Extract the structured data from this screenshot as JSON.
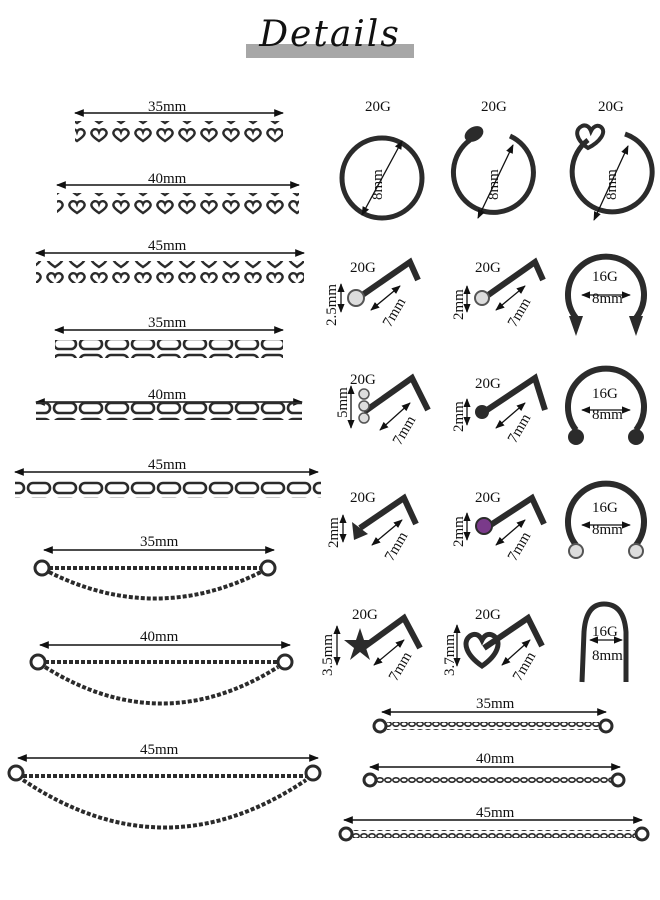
{
  "header": {
    "title": "Details"
  },
  "left_items": [
    {
      "size": "35mm"
    },
    {
      "size": "40mm"
    },
    {
      "size": "45mm"
    },
    {
      "size": "35mm"
    },
    {
      "size": "40mm"
    },
    {
      "size": "45mm"
    },
    {
      "size": "35mm"
    },
    {
      "size": "40mm"
    },
    {
      "size": "45mm"
    }
  ],
  "hoops": [
    {
      "gauge": "20G",
      "diameter": "8mm"
    },
    {
      "gauge": "20G",
      "diameter": "8mm"
    },
    {
      "gauge": "20G",
      "diameter": "8mm"
    }
  ],
  "studs": [
    {
      "gauge": "20G",
      "head": "2.5mm",
      "length": "7mm"
    },
    {
      "gauge": "20G",
      "head": "2mm",
      "length": "7mm"
    },
    {
      "gauge": "20G",
      "head": "5mm",
      "length": "7mm"
    },
    {
      "gauge": "20G",
      "head": "2mm",
      "length": "7mm"
    },
    {
      "gauge": "20G",
      "head": "2mm",
      "length": "7mm"
    },
    {
      "gauge": "20G",
      "head": "2mm",
      "length": "7mm"
    },
    {
      "gauge": "20G",
      "head": "3.5mm",
      "length": "7mm"
    },
    {
      "gauge": "20G",
      "head": "3.7mm",
      "length": "7mm"
    }
  ],
  "horseshoes": [
    {
      "gauge": "16G",
      "diameter": "8mm"
    },
    {
      "gauge": "16G",
      "diameter": "8mm"
    },
    {
      "gauge": "16G",
      "diameter": "8mm"
    },
    {
      "gauge": "16G",
      "diameter": "8mm"
    }
  ],
  "right_chains": [
    {
      "size": "35mm"
    },
    {
      "size": "40mm"
    },
    {
      "size": "45mm"
    }
  ],
  "colors": {
    "metal": "#2b2b2b",
    "ink": "#111111",
    "band": "#a7a7a7"
  }
}
